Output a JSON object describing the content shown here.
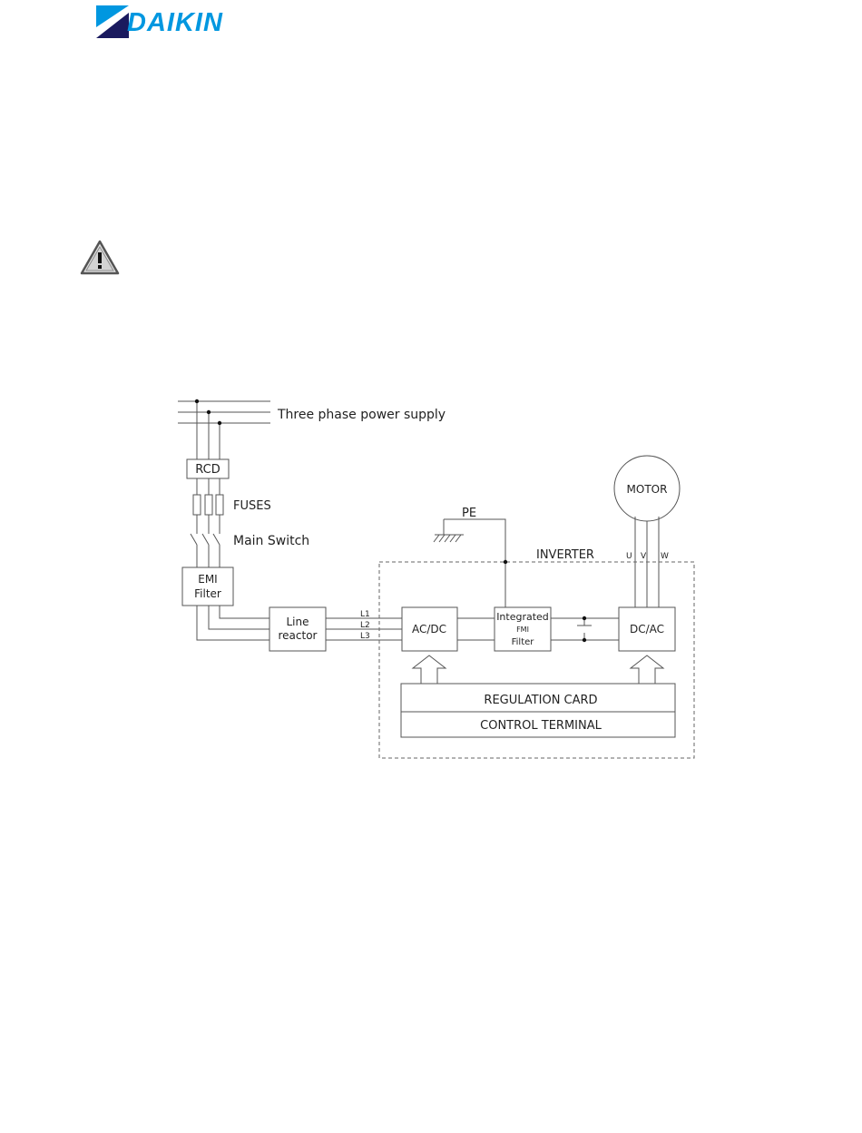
{
  "brand": {
    "name": "DAIKIN",
    "color": "#0097e0"
  },
  "warning_icon": "warning-triangle-icon",
  "diagram": {
    "supply_label": "Three phase power supply",
    "rcd": "RCD",
    "fuses": "FUSES",
    "main_switch": "Main Switch",
    "emi_filter": [
      "EMI",
      "Filter"
    ],
    "line_reactor": [
      "Line",
      "reactor"
    ],
    "line_labels": [
      "L1",
      "L2",
      "L3"
    ],
    "pe": "PE",
    "inverter": "INVERTER",
    "motor": "MOTOR",
    "phases": [
      "U",
      "V",
      "W"
    ],
    "acdc": "AC/DC",
    "integrated_filter": [
      "Integrated",
      "FMI",
      "Filter"
    ],
    "dcac": "DC/AC",
    "regulation_card": "REGULATION CARD",
    "control_terminal": "CONTROL TERMINAL"
  }
}
